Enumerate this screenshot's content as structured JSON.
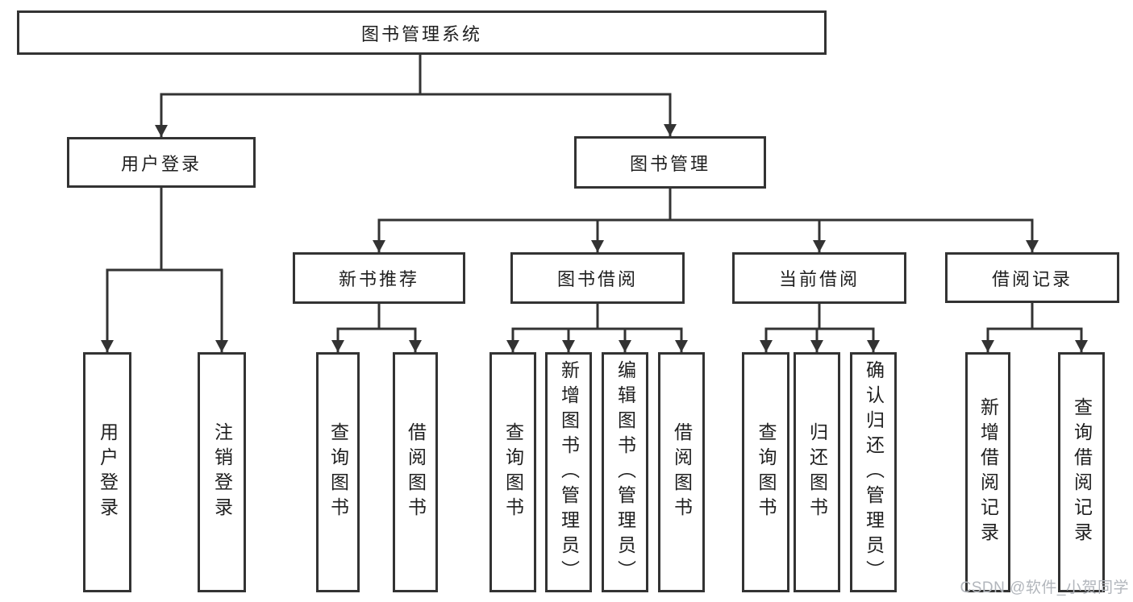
{
  "nodes": {
    "root": "图书管理系统",
    "user_login": "用户登录",
    "book_management": "图书管理",
    "new_book_recommend": "新书推荐",
    "book_borrow": "图书借阅",
    "current_borrow": "当前借阅",
    "borrow_records": "借阅记录"
  },
  "leaves": {
    "user_login": "用户登录",
    "logout": "注销登录",
    "recommend_query_books": "查询图书",
    "recommend_borrow_books": "借阅图书",
    "borrow_query_books": "查询图书",
    "borrow_add_books": "新增图书（管理员）",
    "borrow_edit_books": "编辑图书（管理员）",
    "borrow_borrow_books": "借阅图书",
    "current_query_books": "查询图书",
    "current_return_books": "归还图书",
    "current_confirm_return": "确认归还（管理员）",
    "records_add_record": "新增借阅记录",
    "records_query_record": "查询借阅记录"
  },
  "watermark": "CSDN @软件_小贺同学",
  "colors": {
    "line": "#333333",
    "text": "#1f1f1f",
    "background": "#ffffff",
    "watermark": "#b2b6bc"
  }
}
